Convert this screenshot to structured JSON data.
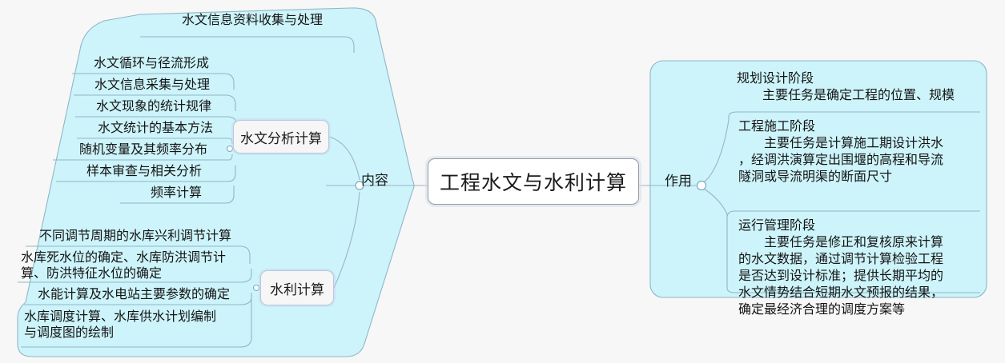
{
  "colors": {
    "background": "#f7f7f7",
    "branch_fill": "#cdf4fa",
    "branch_stroke": "#8fb6c6",
    "connector": "#9bb3c9",
    "node_fill": "#ffffff",
    "node_stroke": "#9a9a9a",
    "mid_node_fill": "#f6f6f7",
    "mid_node_stroke": "#b9c7dd",
    "text": "#141414"
  },
  "central": {
    "title": "工程水文与水利计算"
  },
  "branches": {
    "left": {
      "junction_label": "内容",
      "groups": [
        {
          "node_label": "水文分析计算",
          "items": [
            "水文信息资料收集与处理",
            "水文循环与径流形成",
            "水文信息采集与处理",
            "水文现象的统计规律",
            "水文统计的基本方法",
            "随机变量及其频率分布",
            "样本审查与相关分析",
            "频率计算"
          ]
        },
        {
          "node_label": "水利计算",
          "items": [
            "不同调节周期的水库兴利调节计算",
            "水库死水位的确定、水库防洪调节计\n算、防洪特征水位的确定",
            "水能计算及水电站主要参数的确定",
            "水库调度计算、水库供水计划编制\n与调度图的绘制"
          ]
        }
      ]
    },
    "right": {
      "junction_label": "作用",
      "stages": [
        {
          "title": "规划设计阶段",
          "body": "主要任务是确定工程的位置、规模"
        },
        {
          "title": "工程施工阶段",
          "body": "主要任务是计算施工期设计洪水\n，经调洪演算定出围堰的高程和导流\n隧洞或导流明渠的断面尺寸"
        },
        {
          "title": "运行管理阶段",
          "body": "主要任务是修正和复核原来计算\n的水文数据，通过调节计算检验工程\n是否达到设计标准；提供长期平均的\n水文情势结合短期水文预报的结果，\n确定最经济合理的调度方案等"
        }
      ]
    }
  }
}
